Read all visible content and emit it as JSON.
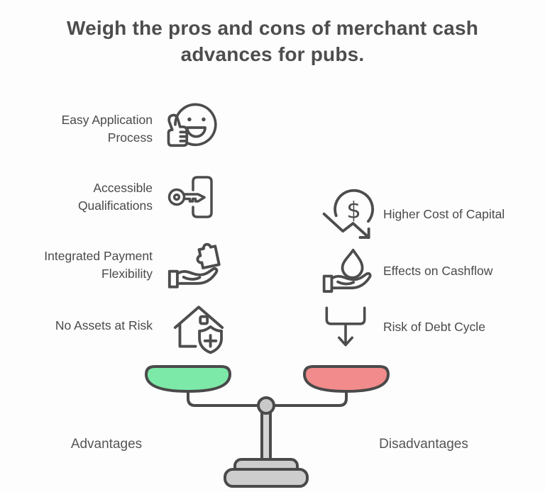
{
  "title": "Weigh the pros and cons of merchant cash advances for pubs.",
  "advantages": {
    "label": "Advantages",
    "items": [
      {
        "label": "Easy Application Process",
        "icon": "smiley-thumbs-up-icon"
      },
      {
        "label": "Accessible Qualifications",
        "icon": "key-door-icon"
      },
      {
        "label": "Integrated Payment Flexibility",
        "icon": "hand-puzzle-icon"
      },
      {
        "label": "No Assets at Risk",
        "icon": "house-shield-plus-icon"
      }
    ]
  },
  "disadvantages": {
    "label": "Disadvantages",
    "items": [
      {
        "label": "Higher Cost of Capital",
        "icon": "dollar-decline-icon",
        "glyph": "$"
      },
      {
        "label": "Effects on Cashflow",
        "icon": "hand-droplet-icon"
      },
      {
        "label": "Risk of Debt Cycle",
        "icon": "funnel-arrow-down-icon"
      }
    ]
  },
  "colors": {
    "advantages_pan": "#7de9a9",
    "disadvantages_pan": "#f28b8b",
    "outline": "#4a4a4a",
    "stand_fill": "#cdcdcd",
    "pole_fill": "#d4d4d4",
    "text": "#4d4d4d",
    "background": "#fdfdfd"
  }
}
